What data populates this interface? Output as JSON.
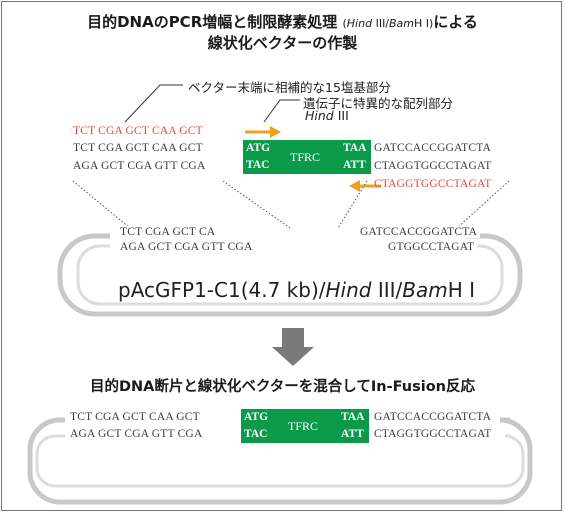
{
  "title": {
    "line1_a": "目的DNAのPCR増幅と制限酵素処理",
    "line1_b": "(",
    "enzyme1": "Hind",
    "enzyme1_rn": " III/",
    "enzyme2": "Bam",
    "enzyme2_rn": "H I)",
    "line1_c": "による",
    "line2": "線状化ベクターの作製"
  },
  "labels": {
    "overlap15": "ベクター末端に相補的な15塩基部分",
    "gene_specific": "遺伝子に特異的な配列部分",
    "hind_it": "Hind",
    "hind_rn": " III"
  },
  "primer_fwd": "TCT CGA GCT CAA GCT",
  "pcr_top_left": "TCT CGA GCT CAA GCT",
  "pcr_bot_left": "AGA GCT CGA GTT CGA",
  "pcr_top_right": "GATCCACCGGATCTA",
  "pcr_bot_right": "CTAGGTGGCCTAGAT",
  "primer_rev": "CTAGGTGGCCTAGAT",
  "gene": {
    "name": "TFRC",
    "top_start": "ATG",
    "top_end": "TAA",
    "bot_start": "TAC",
    "bot_end": "ATT"
  },
  "vector_top_left": "TCT CGA GCT CA",
  "vector_bot_left": "AGA GCT CGA GTT CGA",
  "vector_top_right": "GATCCACCGGATCTA",
  "vector_bot_right": "GTGGCCTAGAT",
  "plasmid": {
    "name_a": "pAcGFP1-C1(4.7 kb)/",
    "hind": "Hind",
    "hind_rn": " III/",
    "bam": "Bam",
    "bam_rn": "H I"
  },
  "step_title": "目的DNA断片と線状化ベクターを混合してIn-Fusion反応",
  "result_top_left": "TCT CGA GCT CAA GCT",
  "result_bot_left": "AGA GCT CGA GTT CGA",
  "result_top_right": "GATCCACCGGATCTA",
  "result_bot_right": "CTAGGTGGCCTAGAT",
  "colors": {
    "gene_green": "#0a9a4a",
    "primer_red": "#e8473c",
    "arrow_orange": "#f0a020",
    "loop_gray": "#c8c8c8"
  }
}
